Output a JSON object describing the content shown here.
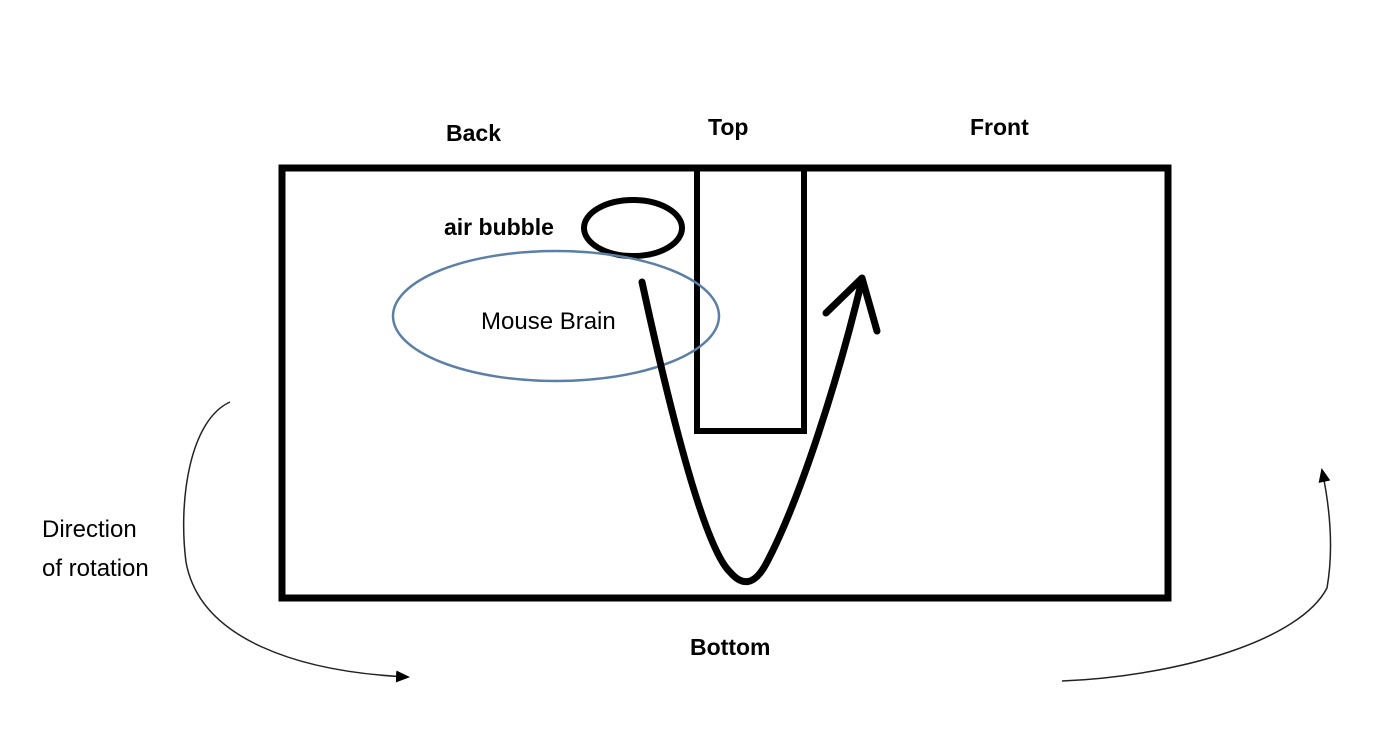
{
  "labels": {
    "back": "Back",
    "top": "Top",
    "front": "Front",
    "bottom": "Bottom",
    "air_bubble": "air bubble",
    "mouse_brain": "Mouse Brain",
    "direction_line1": "Direction",
    "direction_line2": "of rotation"
  },
  "colors": {
    "outline": "#000000",
    "brain_ellipse": "#5b7fa6",
    "rotation_arrow": "#222222"
  }
}
